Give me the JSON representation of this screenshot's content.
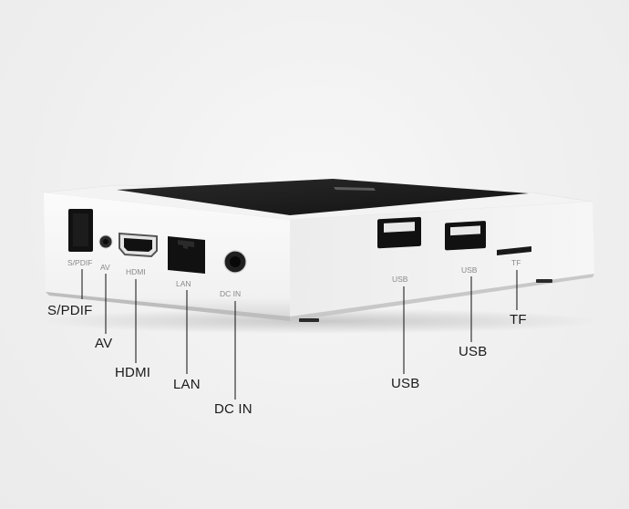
{
  "device": {
    "body_color": "#f4f4f4",
    "top_color": "#1e1e1e",
    "side_shade": "#e2e2e2"
  },
  "port_prints": {
    "spdif": "S/PDIF",
    "av": "AV",
    "hdmi": "HDMI",
    "lan": "LAN",
    "dc_in": "DC IN",
    "usb_left": "USB",
    "usb_right": "USB",
    "tf": "TF"
  },
  "callouts": {
    "spdif": "S/PDIF",
    "av": "AV",
    "hdmi": "HDMI",
    "lan": "LAN",
    "dc_in": "DC IN",
    "usb_left": "USB",
    "usb_right": "USB",
    "tf": "TF"
  }
}
